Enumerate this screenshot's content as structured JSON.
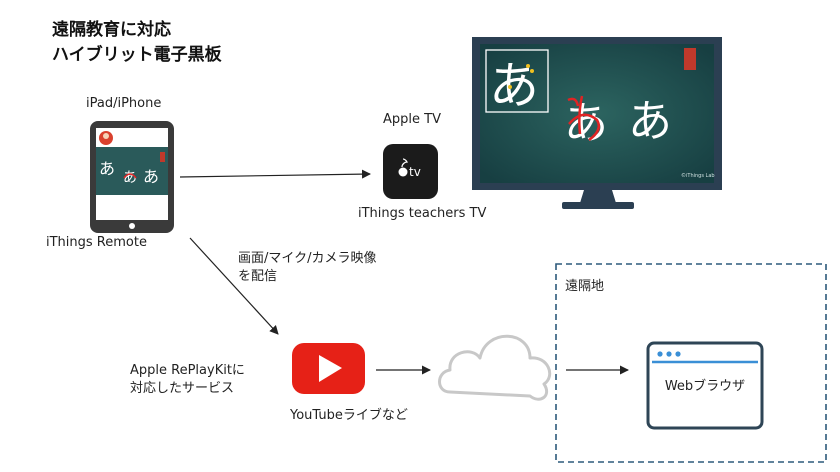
{
  "title": {
    "line1": "遠隔教育に対応",
    "line2": "ハイブリット電子黒板"
  },
  "devices": {
    "ipad": {
      "top_label": "iPad/iPhone",
      "bottom_label": "iThings Remote",
      "screen_chars": "あ あ あ"
    },
    "apple_tv": {
      "top_label": "Apple TV",
      "bottom_label": "iThings teachers TV",
      "box_text": "tv"
    },
    "monitor": {
      "big_char": "あ",
      "traced_char": "あ",
      "plain_char": "あ",
      "credit": "©iThings Lab"
    }
  },
  "stream": {
    "arrow_label_line1": "画面/マイク/カメラ映像",
    "arrow_label_line2": "を配信",
    "service_line1": "Apple RePlayKitに",
    "service_line2": "対応したサービス",
    "youtube_label": "YouTubeライブなど"
  },
  "remote": {
    "region_label": "遠隔地",
    "browser_text": "Webブラウザ"
  },
  "colors": {
    "youtube_red": "#e62117",
    "board_green": "#1f4f4f",
    "monitor_frame": "#2b3f52",
    "remote_border": "#2d5a7b",
    "browser_border": "#2e4556",
    "browser_accent": "#3a8fd6",
    "cloud_stroke": "#c8c8c8"
  }
}
